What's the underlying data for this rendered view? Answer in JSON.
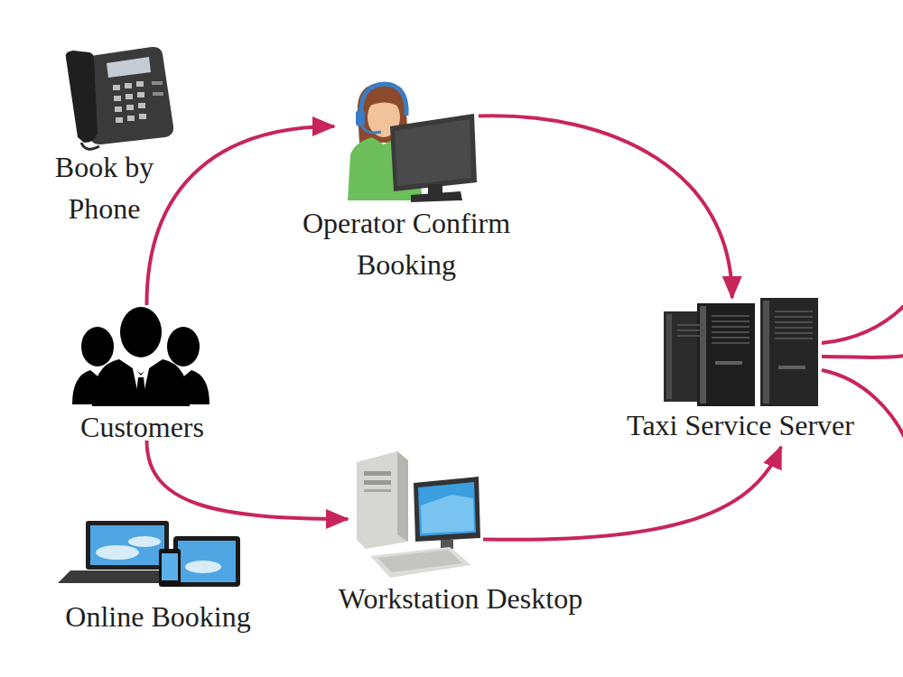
{
  "diagram": {
    "nodes": [
      {
        "text": [
          "Customers"
        ]
      },
      {
        "text": [
          "Operator Confirm Booking"
        ]
      },
      {
        "text": [
          "Taxi Service Server"
        ]
      },
      {
        "text": [
          "Workstation Desktop"
        ]
      }
    ],
    "edges": [
      {
        "from": 0,
        "to": 1,
        "arrow": "to",
        "label": "Book by Phone"
      },
      {
        "from": 1,
        "to": 2,
        "arrow": "to"
      },
      {
        "from": 0,
        "to": 3,
        "arrow": "to",
        "label": "Online Booking"
      },
      {
        "from": 3,
        "to": 2,
        "arrow": "to"
      }
    ]
  }
}
